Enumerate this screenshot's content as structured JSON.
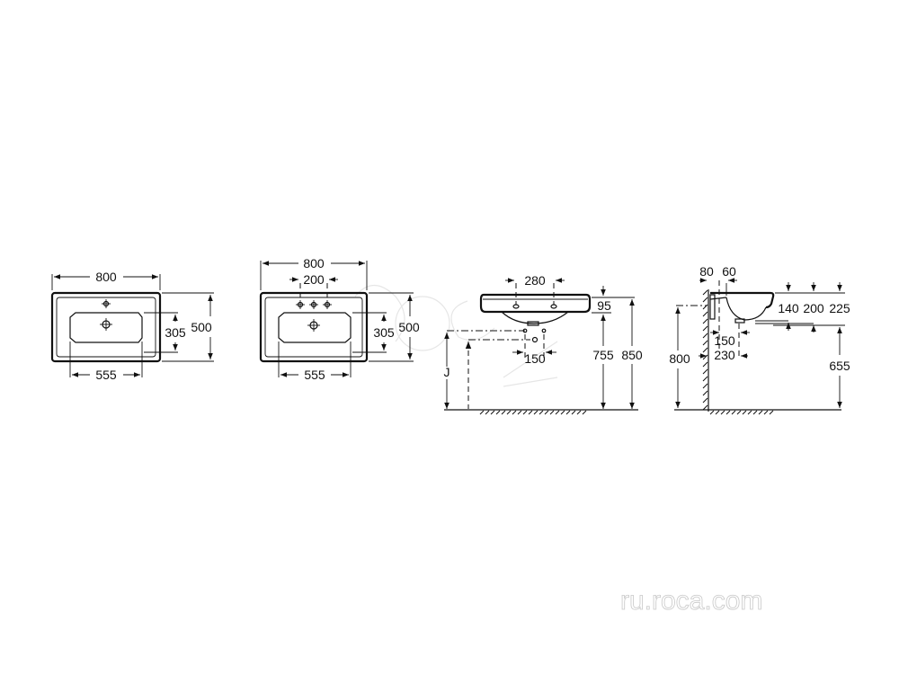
{
  "drawing": {
    "view1_top_single_hole": {
      "width_overall": "800",
      "depth_overall": "500",
      "bowl_depth": "305",
      "bowl_width": "555"
    },
    "view2_top_three_hole": {
      "width_overall": "800",
      "tap_spacing": "200",
      "depth_overall": "500",
      "bowl_depth": "305",
      "bowl_width": "555"
    },
    "view3_front_elevation": {
      "overflow_spacing": "280",
      "rim_thickness": "95",
      "waste_spacing": "150",
      "rim_to_floor_underside": "755",
      "rim_height": "850",
      "trap_label": "J"
    },
    "view4_side_elevation": {
      "wall_offset": "80",
      "tap_offset": "60",
      "depth_140": "140",
      "depth_200": "200",
      "depth_225": "225",
      "waste_offset_150": "150",
      "waste_offset_230": "230",
      "fixing_height": "800",
      "underside_height": "655"
    }
  },
  "watermark": {
    "url_text": "ru.roca.com"
  }
}
